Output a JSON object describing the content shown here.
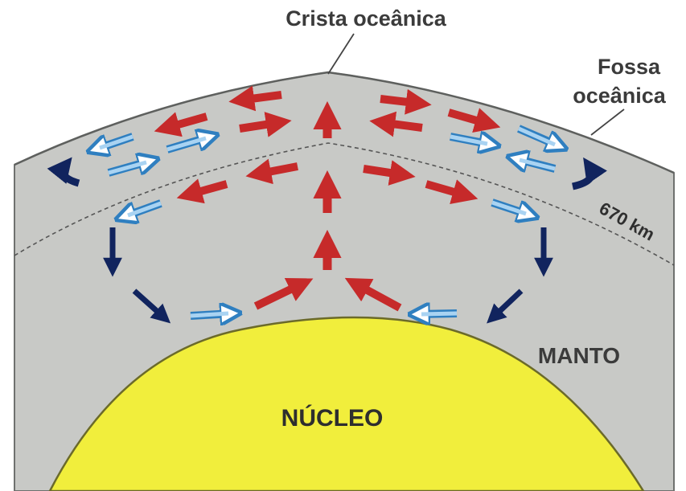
{
  "labels": {
    "crest": "Crista oceânica",
    "trench_line1": "Fossa",
    "trench_line2": "oceânica",
    "depth": "670 km",
    "mantle": "MANTO",
    "core": "NÚCLEO"
  },
  "colors": {
    "mantle_fill": "#c8c9c6",
    "mantle_edge": "#6f716f",
    "core_fill": "#f1ee3c",
    "core_edge": "#6b6a2a",
    "rising_arrow": "#c62a2a",
    "cool_arrow": "#5fa7dd",
    "descending_arrow": "#11245e",
    "text": "#3b3b3b"
  },
  "arrow_groups": [
    {
      "name": "rising-hot-flow",
      "color": "red",
      "style": "filled",
      "meaning": "upwelling at ridge"
    },
    {
      "name": "horizontal-hot-flow",
      "color": "red",
      "style": "filled",
      "meaning": "spreading away from ridge"
    },
    {
      "name": "horizontal-cool-flow",
      "color": "light-blue",
      "style": "outlined",
      "meaning": "return flow toward ridge"
    },
    {
      "name": "descending-flow",
      "color": "navy",
      "style": "filled",
      "meaning": "sinking near trench"
    }
  ]
}
